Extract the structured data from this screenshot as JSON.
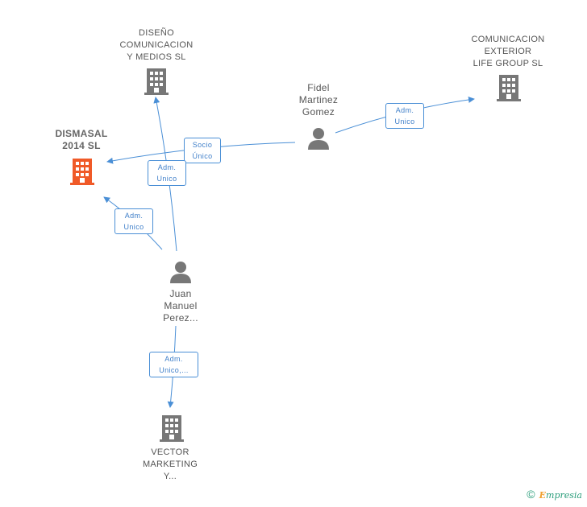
{
  "nodes": {
    "dismasal": {
      "lines": [
        "DISMASAL",
        "2014  SL"
      ],
      "color": "#f05a28"
    },
    "diseno": {
      "lines": [
        "DISEÑO",
        "COMUNICACION",
        "Y MEDIOS  SL"
      ],
      "color": "#777777"
    },
    "comunicacion": {
      "lines": [
        "COMUNICACION",
        "EXTERIOR",
        "LIFE GROUP SL"
      ],
      "color": "#777777"
    },
    "fidel": {
      "lines": [
        "Fidel",
        "Martinez",
        "Gomez"
      ],
      "color": "#777777"
    },
    "juan": {
      "lines": [
        "Juan",
        "Manuel",
        "Perez..."
      ],
      "color": "#777777"
    },
    "vector": {
      "lines": [
        "VECTOR",
        "MARKETING",
        "Y..."
      ],
      "color": "#777777"
    }
  },
  "edges": {
    "fidel_to_comunicacion": {
      "lines": [
        "Adm.",
        "Unico"
      ]
    },
    "fidel_to_dismasal": {
      "lines": [
        "Socio",
        "Único"
      ]
    },
    "juan_to_diseno": {
      "lines": [
        "Adm.",
        "Unico"
      ]
    },
    "juan_to_dismasal": {
      "lines": [
        "Adm.",
        "Unico"
      ]
    },
    "juan_to_vector": {
      "lines": [
        "Adm.",
        "Unico,..."
      ]
    }
  },
  "colors": {
    "edge": "#4a8fd6",
    "accent": "#f05a28"
  },
  "footer": {
    "symbol": "©",
    "brand_first": "E",
    "brand_rest": "mpresia"
  }
}
